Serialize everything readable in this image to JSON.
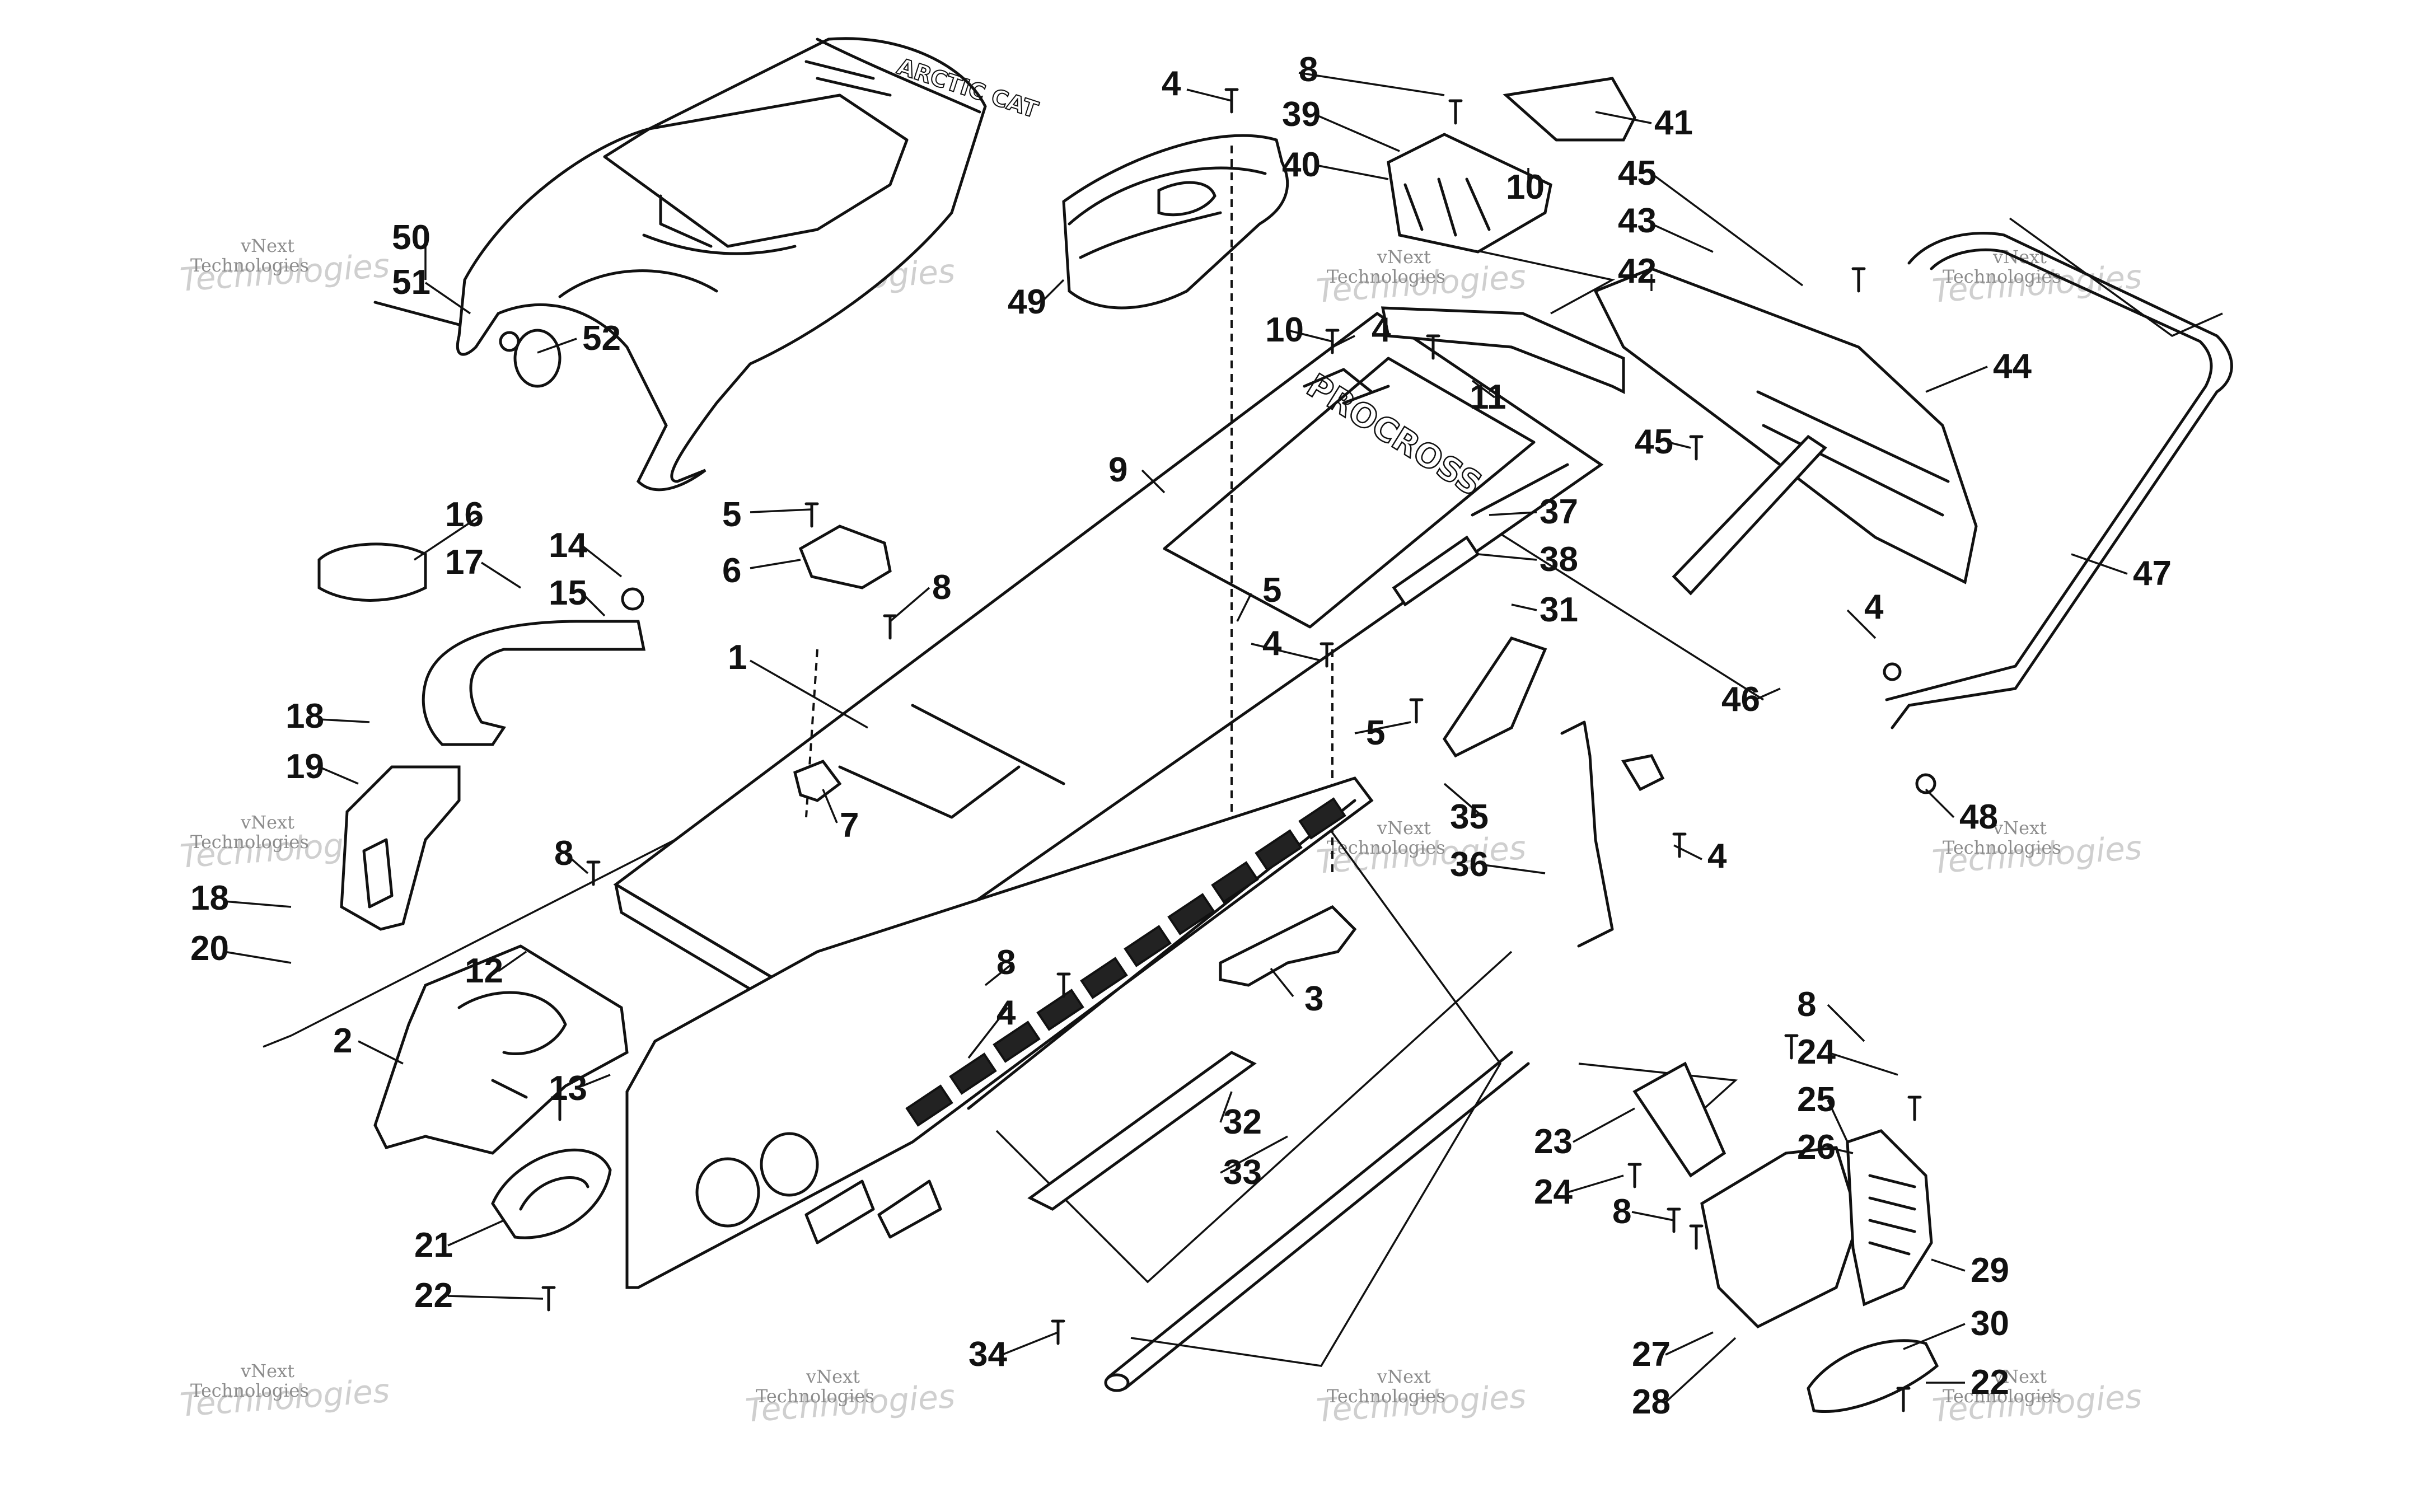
{
  "diagram": {
    "callouts": [
      {
        "id": "c1",
        "label": "1"
      },
      {
        "id": "c2",
        "label": "2"
      },
      {
        "id": "c3",
        "label": "3"
      },
      {
        "id": "c4a",
        "label": "4"
      },
      {
        "id": "c4b",
        "label": "4"
      },
      {
        "id": "c4c",
        "label": "4"
      },
      {
        "id": "c4d",
        "label": "4"
      },
      {
        "id": "c4e",
        "label": "4"
      },
      {
        "id": "c4f",
        "label": "4"
      },
      {
        "id": "c5a",
        "label": "5"
      },
      {
        "id": "c5b",
        "label": "5"
      },
      {
        "id": "c5c",
        "label": "5"
      },
      {
        "id": "c6",
        "label": "6"
      },
      {
        "id": "c7",
        "label": "7"
      },
      {
        "id": "c8a",
        "label": "8"
      },
      {
        "id": "c8b",
        "label": "8"
      },
      {
        "id": "c8c",
        "label": "8"
      },
      {
        "id": "c8d",
        "label": "8"
      },
      {
        "id": "c8e",
        "label": "8"
      },
      {
        "id": "c8f",
        "label": "8"
      },
      {
        "id": "c9",
        "label": "9"
      },
      {
        "id": "c10a",
        "label": "10"
      },
      {
        "id": "c10b",
        "label": "10"
      },
      {
        "id": "c11",
        "label": "11"
      },
      {
        "id": "c12",
        "label": "12"
      },
      {
        "id": "c13",
        "label": "13"
      },
      {
        "id": "c14",
        "label": "14"
      },
      {
        "id": "c15",
        "label": "15"
      },
      {
        "id": "c16",
        "label": "16"
      },
      {
        "id": "c17",
        "label": "17"
      },
      {
        "id": "c18a",
        "label": "18"
      },
      {
        "id": "c18b",
        "label": "18"
      },
      {
        "id": "c19",
        "label": "19"
      },
      {
        "id": "c20",
        "label": "20"
      },
      {
        "id": "c21",
        "label": "21"
      },
      {
        "id": "c22a",
        "label": "22"
      },
      {
        "id": "c22b",
        "label": "22"
      },
      {
        "id": "c23",
        "label": "23"
      },
      {
        "id": "c24a",
        "label": "24"
      },
      {
        "id": "c24b",
        "label": "24"
      },
      {
        "id": "c25",
        "label": "25"
      },
      {
        "id": "c26",
        "label": "26"
      },
      {
        "id": "c27",
        "label": "27"
      },
      {
        "id": "c28",
        "label": "28"
      },
      {
        "id": "c29",
        "label": "29"
      },
      {
        "id": "c30",
        "label": "30"
      },
      {
        "id": "c31",
        "label": "31"
      },
      {
        "id": "c32",
        "label": "32"
      },
      {
        "id": "c33",
        "label": "33"
      },
      {
        "id": "c34",
        "label": "34"
      },
      {
        "id": "c35",
        "label": "35"
      },
      {
        "id": "c36",
        "label": "36"
      },
      {
        "id": "c37",
        "label": "37"
      },
      {
        "id": "c38",
        "label": "38"
      },
      {
        "id": "c39",
        "label": "39"
      },
      {
        "id": "c40",
        "label": "40"
      },
      {
        "id": "c41",
        "label": "41"
      },
      {
        "id": "c42",
        "label": "42"
      },
      {
        "id": "c43",
        "label": "43"
      },
      {
        "id": "c44",
        "label": "44"
      },
      {
        "id": "c45a",
        "label": "45"
      },
      {
        "id": "c45b",
        "label": "45"
      },
      {
        "id": "c46",
        "label": "46"
      },
      {
        "id": "c47",
        "label": "47"
      },
      {
        "id": "c48",
        "label": "48"
      },
      {
        "id": "c49",
        "label": "49"
      },
      {
        "id": "c50",
        "label": "50"
      },
      {
        "id": "c51",
        "label": "51"
      },
      {
        "id": "c52",
        "label": "52"
      }
    ],
    "watermark": {
      "line1": "vNext",
      "line2": "Technologies",
      "big": "Technologies"
    },
    "decals": {
      "seat": "ARCTIC CAT",
      "tunnel": "PROCROSS"
    }
  }
}
